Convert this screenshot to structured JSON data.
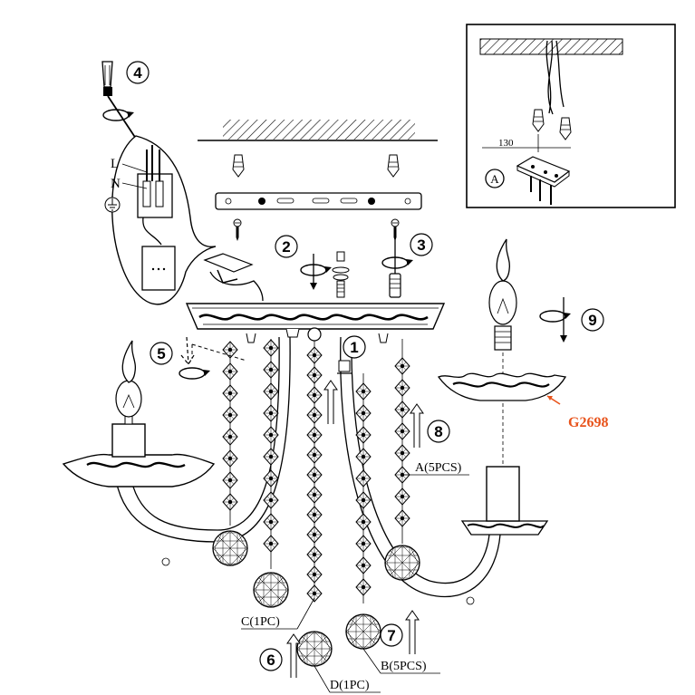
{
  "steps": [
    "1",
    "2",
    "3",
    "4",
    "5",
    "6",
    "7",
    "8",
    "9"
  ],
  "wiring": {
    "live": "L",
    "neutral": "N"
  },
  "inset": {
    "dimension": "130",
    "tag": "A"
  },
  "parts": {
    "a": "A(5PCS)",
    "b": "B(5PCS)",
    "c": "C(1PC)",
    "d": "D(1PC)"
  },
  "part_code": "G2698",
  "colors": {
    "line": "#000000",
    "highlight": "#e8531b"
  }
}
